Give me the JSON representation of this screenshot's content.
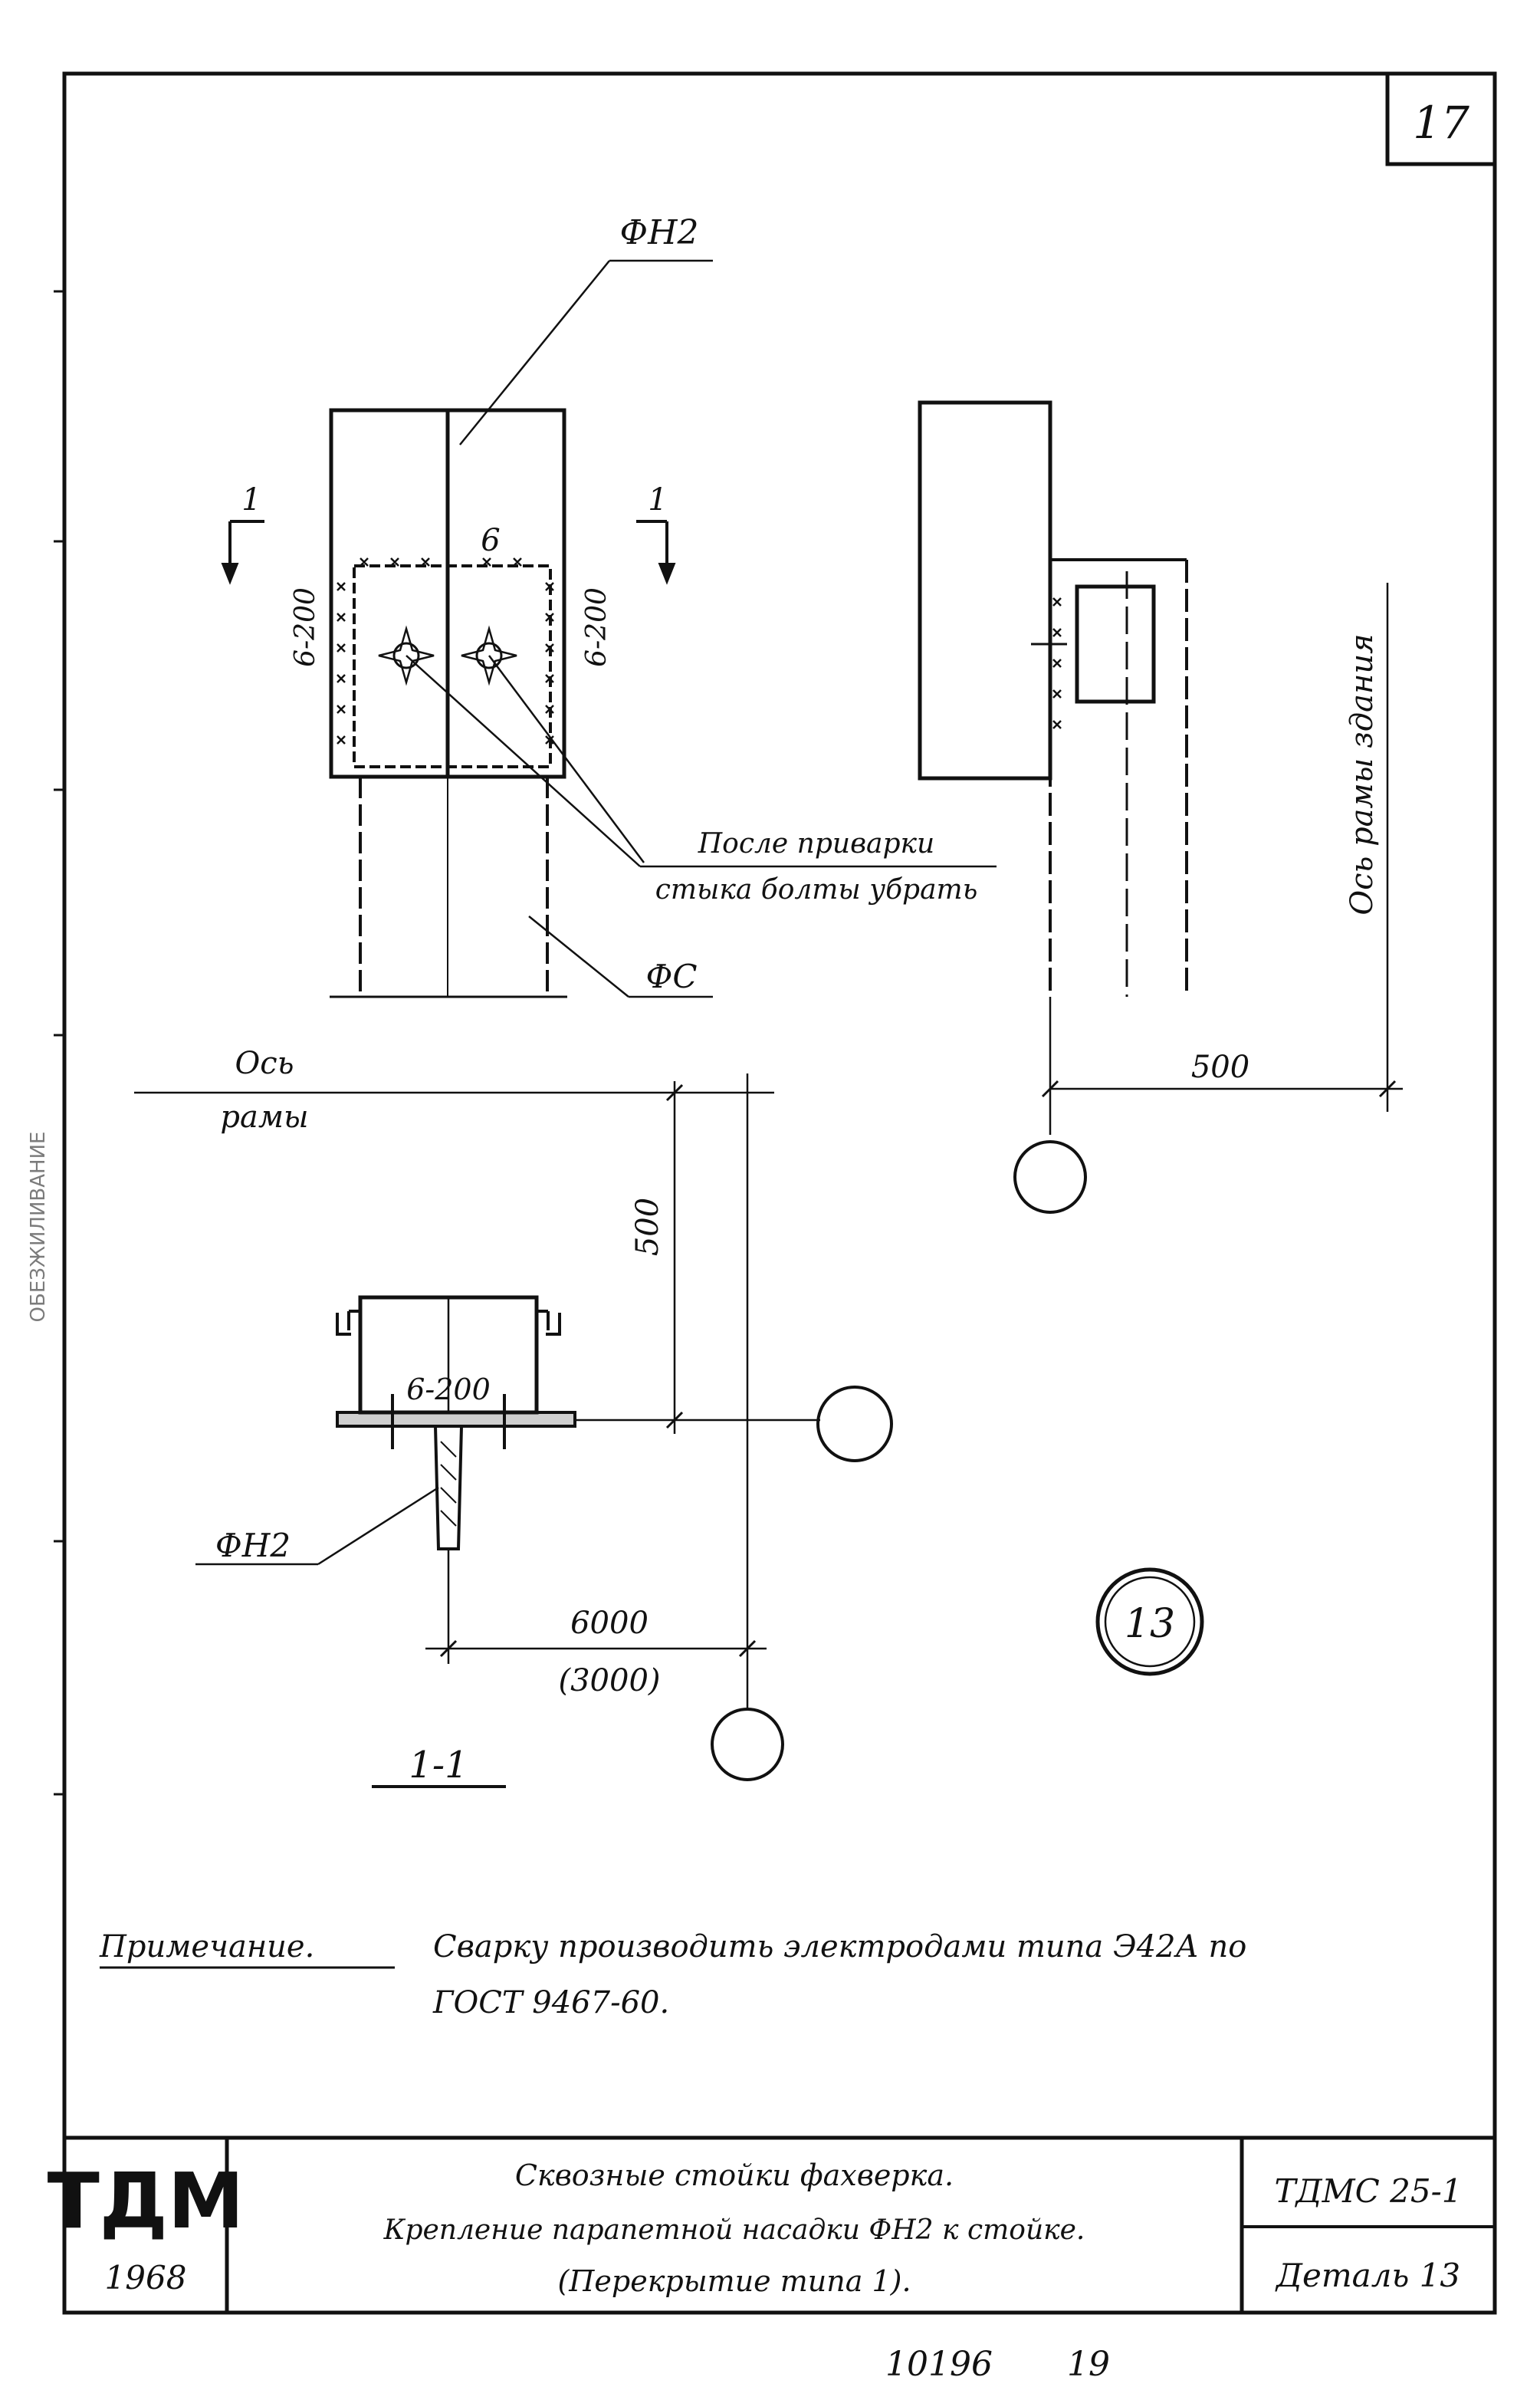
{
  "sheet": {
    "page_number": "17",
    "bottom_stamp_left": "10196",
    "bottom_stamp_right": "19",
    "side_strip_text": "ОБЕЗЖИЛИВАНИЕ"
  },
  "labels": {
    "fh2_top": "ФН2",
    "section_mark_left": "1",
    "section_mark_right": "1",
    "weld_top": "6",
    "weld_left": "6-200",
    "weld_right": "6-200",
    "bolts_note_line1": "После приварки",
    "bolts_note_line2": "стыка болты убрать",
    "fc": "ФС",
    "axis_frame_line1": "Ось",
    "axis_frame_line2": "рамы",
    "axis_building": "Ось рамы здания",
    "dim_side_500": "500",
    "dim_section_500": "500",
    "weld_section": "6-200",
    "fh2_section": "ФН2",
    "dim_6000": "6000",
    "dim_3000": "(3000)",
    "section_title": "1-1",
    "detail_number": "13"
  },
  "note": {
    "label": "Примечание.",
    "line1": "Сварку производить электродами типа Э42А по",
    "line2": "ГОСТ 9467-60."
  },
  "title_block": {
    "logo": "ТДМ",
    "year": "1968",
    "title_line1": "Сквозные стойки фахверка.",
    "title_line2": "Крепление парапетной насадки ФН2 к стойке.",
    "title_line3": "(Перекрытие типа 1).",
    "series_code": "ТДМС 25-1",
    "detail_label": "Деталь 13"
  }
}
